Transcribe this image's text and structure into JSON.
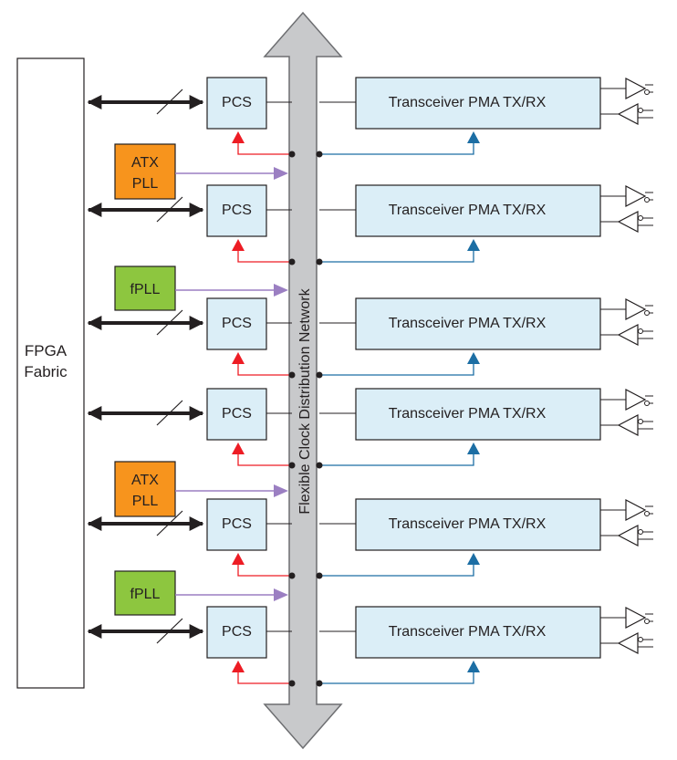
{
  "fabric": {
    "label_line1": "FPGA",
    "label_line2": "Fabric"
  },
  "clock_network": {
    "label": "Flexible Clock Distribution Network"
  },
  "pcs_label": "PCS",
  "pma_label": "Transceiver PMA TX/RX",
  "channels": [
    {
      "pcs": "PCS",
      "pma": "Transceiver PMA TX/RX"
    },
    {
      "pcs": "PCS",
      "pma": "Transceiver PMA TX/RX"
    },
    {
      "pcs": "PCS",
      "pma": "Transceiver PMA TX/RX"
    },
    {
      "pcs": "PCS",
      "pma": "Transceiver PMA TX/RX"
    },
    {
      "pcs": "PCS",
      "pma": "Transceiver PMA TX/RX"
    },
    {
      "pcs": "PCS",
      "pma": "Transceiver PMA TX/RX"
    }
  ],
  "plls": [
    {
      "line1": "ATX",
      "line2": "PLL",
      "kind": "atx"
    },
    {
      "line1": "fPLL",
      "line2": "",
      "kind": "fpll"
    },
    {
      "line1": "ATX",
      "line2": "PLL",
      "kind": "atx"
    },
    {
      "line1": "fPLL",
      "line2": "",
      "kind": "fpll"
    }
  ],
  "colors": {
    "block_fill": "#dbeef7",
    "atx_fill": "#f7941d",
    "fpll_fill": "#8dc63f",
    "pcs_clock": "#ed1c24",
    "pma_clock": "#1c6ea4",
    "pll_feed": "#9b7fc2",
    "network_fill": "#c8c9cb",
    "network_stroke": "#6d6e71"
  }
}
